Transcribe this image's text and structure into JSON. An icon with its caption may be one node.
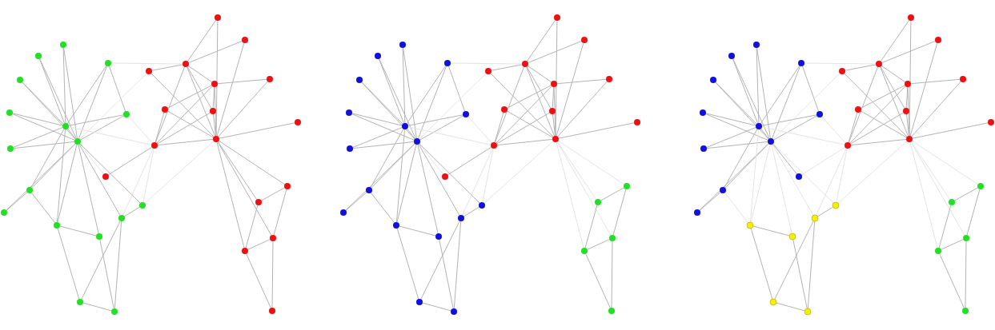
{
  "diagram": {
    "nodes": [
      {
        "text": [],
        "shape": "circle"
      },
      {
        "text": [],
        "shape": "circle"
      },
      {
        "text": [],
        "shape": "circle"
      },
      {
        "text": [],
        "shape": "circle"
      },
      {
        "text": [],
        "shape": "circle"
      },
      {
        "text": [],
        "shape": "circle"
      },
      {
        "text": [],
        "shape": "circle"
      },
      {
        "text": [],
        "shape": "circle"
      },
      {
        "text": [],
        "shape": "circle"
      },
      {
        "text": [],
        "shape": "circle"
      },
      {
        "text": [],
        "shape": "circle"
      },
      {
        "text": [],
        "shape": "circle"
      },
      {
        "text": [],
        "shape": "circle"
      },
      {
        "text": [],
        "shape": "circle"
      },
      {
        "text": [],
        "shape": "circle"
      },
      {
        "text": [],
        "shape": "circle"
      },
      {
        "text": [],
        "shape": "circle"
      },
      {
        "text": [],
        "shape": "circle"
      },
      {
        "text": [],
        "shape": "circle"
      },
      {
        "text": [],
        "shape": "circle"
      },
      {
        "text": [],
        "shape": "circle"
      },
      {
        "text": [],
        "shape": "circle"
      },
      {
        "text": [],
        "shape": "circle"
      },
      {
        "text": [],
        "shape": "circle"
      },
      {
        "text": [],
        "shape": "circle"
      },
      {
        "text": [],
        "shape": "circle"
      },
      {
        "text": [],
        "shape": "circle"
      },
      {
        "text": [],
        "shape": "circle"
      },
      {
        "text": [],
        "shape": "circle"
      },
      {
        "text": [],
        "shape": "circle"
      },
      {
        "text": [],
        "shape": "circle"
      },
      {
        "text": [],
        "shape": "circle"
      },
      {
        "text": [],
        "shape": "circle"
      },
      {
        "text": [],
        "shape": "circle"
      },
      {
        "text": [],
        "shape": "circle"
      },
      {
        "text": [],
        "shape": "circle"
      },
      {
        "text": [],
        "shape": "circle"
      },
      {
        "text": [],
        "shape": "circle"
      },
      {
        "text": [],
        "shape": "circle"
      },
      {
        "text": [],
        "shape": "circle"
      },
      {
        "text": [],
        "shape": "circle"
      },
      {
        "text": [],
        "shape": "circle"
      },
      {
        "text": [],
        "shape": "circle"
      },
      {
        "text": [],
        "shape": "circle"
      },
      {
        "text": [],
        "shape": "circle"
      },
      {
        "text": [],
        "shape": "circle"
      },
      {
        "text": [],
        "shape": "circle"
      },
      {
        "text": [],
        "shape": "circle"
      },
      {
        "text": [],
        "shape": "circle"
      },
      {
        "text": [],
        "shape": "circle"
      },
      {
        "text": [],
        "shape": "circle"
      },
      {
        "text": [],
        "shape": "circle"
      },
      {
        "text": [],
        "shape": "circle"
      },
      {
        "text": [],
        "shape": "circle"
      },
      {
        "text": [],
        "shape": "circle"
      },
      {
        "text": [],
        "shape": "circle"
      },
      {
        "text": [],
        "shape": "circle"
      },
      {
        "text": [],
        "shape": "circle"
      },
      {
        "text": [],
        "shape": "circle"
      },
      {
        "text": [],
        "shape": "circle"
      },
      {
        "text": [],
        "shape": "circle"
      },
      {
        "text": [],
        "shape": "circle"
      },
      {
        "text": [],
        "shape": "circle"
      },
      {
        "text": [],
        "shape": "circle"
      },
      {
        "text": [],
        "shape": "circle"
      },
      {
        "text": [],
        "shape": "circle"
      },
      {
        "text": [],
        "shape": "circle"
      },
      {
        "text": [],
        "shape": "circle"
      },
      {
        "text": [],
        "shape": "circle"
      },
      {
        "text": [],
        "shape": "circle"
      },
      {
        "text": [],
        "shape": "circle"
      },
      {
        "text": [],
        "shape": "circle"
      },
      {
        "text": [],
        "shape": "circle"
      },
      {
        "text": [],
        "shape": "circle"
      },
      {
        "text": [],
        "shape": "circle"
      },
      {
        "text": [],
        "shape": "circle"
      },
      {
        "text": [],
        "shape": "circle"
      },
      {
        "text": [],
        "shape": "circle"
      },
      {
        "text": [],
        "shape": "circle"
      },
      {
        "text": [],
        "shape": "circle"
      },
      {
        "text": [],
        "shape": "circle"
      },
      {
        "text": [],
        "shape": "circle"
      },
      {
        "text": [],
        "shape": "circle"
      },
      {
        "text": [],
        "shape": "circle"
      },
      {
        "text": [],
        "shape": "circle"
      },
      {
        "text": [],
        "shape": "circle"
      },
      {
        "text": [],
        "shape": "circle"
      },
      {
        "text": [],
        "shape": "circle"
      },
      {
        "text": [],
        "shape": "circle"
      },
      {
        "text": [],
        "shape": "circle"
      },
      {
        "text": [],
        "shape": "circle"
      },
      {
        "text": [],
        "shape": "circle"
      },
      {
        "text": [],
        "shape": "circle"
      },
      {
        "text": [],
        "shape": "circle"
      },
      {
        "text": [],
        "shape": "circle"
      },
      {
        "text": [],
        "shape": "circle"
      },
      {
        "text": [],
        "shape": "circle"
      },
      {
        "text": [],
        "shape": "circle"
      },
      {
        "text": [],
        "shape": "circle"
      },
      {
        "text": [],
        "shape": "circle"
      },
      {
        "text": [],
        "shape": "circle"
      },
      {
        "text": [],
        "shape": "circle"
      }
    ],
    "edges": [
      {
        "from": 0,
        "to": 6,
        "arrow": "none"
      },
      {
        "from": 0,
        "to": 8,
        "arrow": "none"
      },
      {
        "from": 1,
        "to": 6,
        "arrow": "none"
      },
      {
        "from": 1,
        "to": 8,
        "arrow": "none"
      },
      {
        "from": 3,
        "to": 6,
        "arrow": "none"
      },
      {
        "from": 3,
        "to": 8,
        "arrow": "none"
      },
      {
        "from": 4,
        "to": 6,
        "arrow": "none"
      },
      {
        "from": 4,
        "to": 8,
        "arrow": "none"
      },
      {
        "from": 7,
        "to": 6,
        "arrow": "none"
      },
      {
        "from": 7,
        "to": 8,
        "arrow": "none"
      },
      {
        "from": 2,
        "to": 6,
        "arrow": "none"
      },
      {
        "from": 2,
        "to": 8,
        "arrow": "none"
      },
      {
        "from": 2,
        "to": 5,
        "arrow": "none"
      },
      {
        "from": 5,
        "to": 6,
        "arrow": "none"
      },
      {
        "from": 5,
        "to": 8,
        "arrow": "none"
      },
      {
        "from": 6,
        "to": 8,
        "arrow": "none"
      },
      {
        "from": 10,
        "to": 6,
        "arrow": "none"
      },
      {
        "from": 10,
        "to": 8,
        "arrow": "none"
      },
      {
        "from": 11,
        "to": 8,
        "arrow": "none"
      },
      {
        "from": 11,
        "to": 10,
        "arrow": "none"
      },
      {
        "from": 9,
        "to": 8,
        "arrow": "none",
        "color": "#e4e4e4"
      },
      {
        "from": 9,
        "to": 28,
        "arrow": "none"
      },
      {
        "from": 8,
        "to": 12,
        "arrow": "none"
      },
      {
        "from": 14,
        "to": 6,
        "arrow": "none"
      },
      {
        "from": 14,
        "to": 8,
        "arrow": "none"
      },
      {
        "from": 14,
        "to": 10,
        "arrow": "none"
      },
      {
        "from": 14,
        "to": 15,
        "arrow": "none"
      },
      {
        "from": 14,
        "to": 16,
        "arrow": "none"
      },
      {
        "from": 15,
        "to": 8,
        "arrow": "none"
      },
      {
        "from": 15,
        "to": 17,
        "arrow": "none"
      },
      {
        "from": 13,
        "to": 8,
        "arrow": "none"
      },
      {
        "from": 13,
        "to": 12,
        "arrow": "none"
      },
      {
        "from": 13,
        "to": 16,
        "arrow": "none"
      },
      {
        "from": 13,
        "to": 17,
        "arrow": "none"
      },
      {
        "from": 16,
        "to": 17,
        "arrow": "none"
      },
      {
        "from": 18,
        "to": 20,
        "arrow": "none"
      },
      {
        "from": 18,
        "to": 27,
        "arrow": "none"
      },
      {
        "from": 19,
        "to": 20,
        "arrow": "none"
      },
      {
        "from": 19,
        "to": 27,
        "arrow": "none"
      },
      {
        "from": 20,
        "to": 21,
        "arrow": "none"
      },
      {
        "from": 20,
        "to": 22,
        "arrow": "none"
      },
      {
        "from": 20,
        "to": 25,
        "arrow": "none"
      },
      {
        "from": 20,
        "to": 27,
        "arrow": "none"
      },
      {
        "from": 20,
        "to": 28,
        "arrow": "none"
      },
      {
        "from": 21,
        "to": 27,
        "arrow": "none"
      },
      {
        "from": 22,
        "to": 23,
        "arrow": "none"
      },
      {
        "from": 22,
        "to": 24,
        "arrow": "none"
      },
      {
        "from": 22,
        "to": 28,
        "arrow": "none"
      },
      {
        "from": 22,
        "to": 25,
        "arrow": "none"
      },
      {
        "from": 22,
        "to": 27,
        "arrow": "none"
      },
      {
        "from": 23,
        "to": 27,
        "arrow": "none"
      },
      {
        "from": 24,
        "to": 28,
        "arrow": "none"
      },
      {
        "from": 24,
        "to": 27,
        "arrow": "none"
      },
      {
        "from": 25,
        "to": 28,
        "arrow": "none"
      },
      {
        "from": 25,
        "to": 27,
        "arrow": "none"
      },
      {
        "from": 26,
        "to": 27,
        "arrow": "none"
      },
      {
        "from": 27,
        "to": 28,
        "arrow": "none"
      },
      {
        "from": 27,
        "to": 29,
        "arrow": "none"
      },
      {
        "from": 27,
        "to": 31,
        "arrow": "none"
      },
      {
        "from": 30,
        "to": 29,
        "arrow": "none"
      },
      {
        "from": 30,
        "to": 32,
        "arrow": "none"
      },
      {
        "from": 32,
        "to": 31,
        "arrow": "none"
      },
      {
        "from": 31,
        "to": 29,
        "arrow": "none"
      },
      {
        "from": 32,
        "to": 33,
        "arrow": "none"
      },
      {
        "from": 31,
        "to": 33,
        "arrow": "none"
      },
      {
        "from": 2,
        "to": 20,
        "arrow": "none",
        "color": "#e4e4e4"
      },
      {
        "from": 21,
        "to": 8,
        "arrow": "none",
        "color": "#e4e4e4"
      },
      {
        "from": 12,
        "to": 27,
        "arrow": "none",
        "color": "#e4e4e4"
      },
      {
        "from": 12,
        "to": 28,
        "arrow": "none",
        "color": "#e4e4e4"
      },
      {
        "from": 13,
        "to": 28,
        "arrow": "none",
        "color": "#e4e4e4"
      },
      {
        "from": 27,
        "to": 32,
        "arrow": "none"
      },
      {
        "from": 27,
        "to": 30,
        "arrow": "none"
      },
      {
        "from": 6,
        "to": 28,
        "arrow": "none",
        "color": "#e4e4e4"
      },
      {
        "from": 5,
        "to": 28,
        "arrow": "none",
        "color": "#e4e4e4"
      },
      {
        "from": 34,
        "to": 40,
        "arrow": "none"
      },
      {
        "from": 34,
        "to": 42,
        "arrow": "none"
      },
      {
        "from": 35,
        "to": 40,
        "arrow": "none"
      },
      {
        "from": 35,
        "to": 42,
        "arrow": "none"
      },
      {
        "from": 37,
        "to": 40,
        "arrow": "none"
      },
      {
        "from": 37,
        "to": 42,
        "arrow": "none"
      },
      {
        "from": 38,
        "to": 40,
        "arrow": "none"
      },
      {
        "from": 38,
        "to": 42,
        "arrow": "none"
      },
      {
        "from": 41,
        "to": 40,
        "arrow": "none"
      },
      {
        "from": 41,
        "to": 42,
        "arrow": "none"
      },
      {
        "from": 36,
        "to": 40,
        "arrow": "none"
      },
      {
        "from": 36,
        "to": 42,
        "arrow": "none"
      },
      {
        "from": 36,
        "to": 39,
        "arrow": "none"
      },
      {
        "from": 39,
        "to": 40,
        "arrow": "none"
      },
      {
        "from": 39,
        "to": 42,
        "arrow": "none"
      },
      {
        "from": 40,
        "to": 42,
        "arrow": "none"
      },
      {
        "from": 44,
        "to": 40,
        "arrow": "none"
      },
      {
        "from": 44,
        "to": 42,
        "arrow": "none"
      },
      {
        "from": 45,
        "to": 42,
        "arrow": "none"
      },
      {
        "from": 45,
        "to": 44,
        "arrow": "none"
      },
      {
        "from": 43,
        "to": 42,
        "arrow": "none",
        "color": "#e4e4e4"
      },
      {
        "from": 43,
        "to": 62,
        "arrow": "none"
      },
      {
        "from": 42,
        "to": 46,
        "arrow": "none"
      },
      {
        "from": 48,
        "to": 40,
        "arrow": "none"
      },
      {
        "from": 48,
        "to": 42,
        "arrow": "none"
      },
      {
        "from": 48,
        "to": 44,
        "arrow": "none"
      },
      {
        "from": 48,
        "to": 49,
        "arrow": "none"
      },
      {
        "from": 48,
        "to": 50,
        "arrow": "none"
      },
      {
        "from": 49,
        "to": 42,
        "arrow": "none"
      },
      {
        "from": 49,
        "to": 51,
        "arrow": "none"
      },
      {
        "from": 47,
        "to": 42,
        "arrow": "none"
      },
      {
        "from": 47,
        "to": 46,
        "arrow": "none"
      },
      {
        "from": 47,
        "to": 50,
        "arrow": "none"
      },
      {
        "from": 47,
        "to": 51,
        "arrow": "none"
      },
      {
        "from": 50,
        "to": 51,
        "arrow": "none"
      },
      {
        "from": 52,
        "to": 54,
        "arrow": "none"
      },
      {
        "from": 52,
        "to": 61,
        "arrow": "none"
      },
      {
        "from": 53,
        "to": 54,
        "arrow": "none"
      },
      {
        "from": 53,
        "to": 61,
        "arrow": "none"
      },
      {
        "from": 54,
        "to": 55,
        "arrow": "none"
      },
      {
        "from": 54,
        "to": 56,
        "arrow": "none"
      },
      {
        "from": 54,
        "to": 59,
        "arrow": "none"
      },
      {
        "from": 54,
        "to": 61,
        "arrow": "none"
      },
      {
        "from": 54,
        "to": 62,
        "arrow": "none"
      },
      {
        "from": 55,
        "to": 61,
        "arrow": "none"
      },
      {
        "from": 56,
        "to": 57,
        "arrow": "none"
      },
      {
        "from": 56,
        "to": 58,
        "arrow": "none"
      },
      {
        "from": 56,
        "to": 62,
        "arrow": "none"
      },
      {
        "from": 56,
        "to": 59,
        "arrow": "none"
      },
      {
        "from": 56,
        "to": 61,
        "arrow": "none"
      },
      {
        "from": 57,
        "to": 61,
        "arrow": "none"
      },
      {
        "from": 58,
        "to": 62,
        "arrow": "none"
      },
      {
        "from": 58,
        "to": 61,
        "arrow": "none"
      },
      {
        "from": 59,
        "to": 62,
        "arrow": "none"
      },
      {
        "from": 59,
        "to": 61,
        "arrow": "none"
      },
      {
        "from": 60,
        "to": 61,
        "arrow": "none"
      },
      {
        "from": 61,
        "to": 62,
        "arrow": "none"
      },
      {
        "from": 61,
        "to": 63,
        "arrow": "none",
        "color": "#e4e4e4"
      },
      {
        "from": 61,
        "to": 65,
        "arrow": "none",
        "color": "#e4e4e4"
      },
      {
        "from": 64,
        "to": 63,
        "arrow": "none"
      },
      {
        "from": 64,
        "to": 66,
        "arrow": "none"
      },
      {
        "from": 66,
        "to": 65,
        "arrow": "none"
      },
      {
        "from": 65,
        "to": 63,
        "arrow": "none"
      },
      {
        "from": 66,
        "to": 67,
        "arrow": "none"
      },
      {
        "from": 65,
        "to": 67,
        "arrow": "none"
      },
      {
        "from": 36,
        "to": 54,
        "arrow": "none",
        "color": "#e4e4e4"
      },
      {
        "from": 55,
        "to": 42,
        "arrow": "none",
        "color": "#e4e4e4"
      },
      {
        "from": 46,
        "to": 61,
        "arrow": "none",
        "color": "#e4e4e4"
      },
      {
        "from": 46,
        "to": 62,
        "arrow": "none",
        "color": "#e4e4e4"
      },
      {
        "from": 47,
        "to": 62,
        "arrow": "none",
        "color": "#e4e4e4"
      },
      {
        "from": 61,
        "to": 66,
        "arrow": "none",
        "color": "#e4e4e4"
      },
      {
        "from": 61,
        "to": 64,
        "arrow": "none",
        "color": "#e4e4e4"
      },
      {
        "from": 40,
        "to": 62,
        "arrow": "none",
        "color": "#e4e4e4"
      },
      {
        "from": 39,
        "to": 62,
        "arrow": "none",
        "color": "#e4e4e4"
      },
      {
        "from": 68,
        "to": 74,
        "arrow": "none"
      },
      {
        "from": 68,
        "to": 76,
        "arrow": "none"
      },
      {
        "from": 69,
        "to": 74,
        "arrow": "none"
      },
      {
        "from": 69,
        "to": 76,
        "arrow": "none"
      },
      {
        "from": 71,
        "to": 74,
        "arrow": "none"
      },
      {
        "from": 71,
        "to": 76,
        "arrow": "none"
      },
      {
        "from": 72,
        "to": 74,
        "arrow": "none"
      },
      {
        "from": 72,
        "to": 76,
        "arrow": "none"
      },
      {
        "from": 75,
        "to": 74,
        "arrow": "none"
      },
      {
        "from": 75,
        "to": 76,
        "arrow": "none"
      },
      {
        "from": 70,
        "to": 74,
        "arrow": "none"
      },
      {
        "from": 70,
        "to": 76,
        "arrow": "none"
      },
      {
        "from": 70,
        "to": 73,
        "arrow": "none"
      },
      {
        "from": 73,
        "to": 74,
        "arrow": "none"
      },
      {
        "from": 73,
        "to": 76,
        "arrow": "none"
      },
      {
        "from": 74,
        "to": 76,
        "arrow": "none"
      },
      {
        "from": 78,
        "to": 74,
        "arrow": "none"
      },
      {
        "from": 78,
        "to": 76,
        "arrow": "none"
      },
      {
        "from": 79,
        "to": 76,
        "arrow": "none"
      },
      {
        "from": 79,
        "to": 78,
        "arrow": "none"
      },
      {
        "from": 77,
        "to": 76,
        "arrow": "none"
      },
      {
        "from": 77,
        "to": 96,
        "arrow": "none",
        "color": "#e4e4e4"
      },
      {
        "from": 76,
        "to": 80,
        "arrow": "none",
        "color": "#e4e4e4"
      },
      {
        "from": 82,
        "to": 74,
        "arrow": "none",
        "color": "#e4e4e4"
      },
      {
        "from": 82,
        "to": 76,
        "arrow": "none",
        "color": "#e4e4e4"
      },
      {
        "from": 82,
        "to": 78,
        "arrow": "none",
        "color": "#e4e4e4"
      },
      {
        "from": 82,
        "to": 83,
        "arrow": "none"
      },
      {
        "from": 82,
        "to": 84,
        "arrow": "none"
      },
      {
        "from": 83,
        "to": 76,
        "arrow": "none",
        "color": "#e4e4e4"
      },
      {
        "from": 83,
        "to": 85,
        "arrow": "none"
      },
      {
        "from": 81,
        "to": 76,
        "arrow": "none",
        "color": "#e4e4e4"
      },
      {
        "from": 81,
        "to": 80,
        "arrow": "none"
      },
      {
        "from": 81,
        "to": 84,
        "arrow": "none"
      },
      {
        "from": 81,
        "to": 85,
        "arrow": "none"
      },
      {
        "from": 84,
        "to": 85,
        "arrow": "none"
      },
      {
        "from": 86,
        "to": 88,
        "arrow": "none"
      },
      {
        "from": 86,
        "to": 95,
        "arrow": "none"
      },
      {
        "from": 87,
        "to": 88,
        "arrow": "none"
      },
      {
        "from": 87,
        "to": 95,
        "arrow": "none"
      },
      {
        "from": 88,
        "to": 89,
        "arrow": "none"
      },
      {
        "from": 88,
        "to": 90,
        "arrow": "none"
      },
      {
        "from": 88,
        "to": 93,
        "arrow": "none"
      },
      {
        "from": 88,
        "to": 95,
        "arrow": "none"
      },
      {
        "from": 88,
        "to": 96,
        "arrow": "none"
      },
      {
        "from": 89,
        "to": 95,
        "arrow": "none"
      },
      {
        "from": 90,
        "to": 91,
        "arrow": "none"
      },
      {
        "from": 90,
        "to": 92,
        "arrow": "none"
      },
      {
        "from": 90,
        "to": 96,
        "arrow": "none"
      },
      {
        "from": 90,
        "to": 93,
        "arrow": "none"
      },
      {
        "from": 90,
        "to": 95,
        "arrow": "none"
      },
      {
        "from": 91,
        "to": 95,
        "arrow": "none"
      },
      {
        "from": 92,
        "to": 96,
        "arrow": "none"
      },
      {
        "from": 92,
        "to": 95,
        "arrow": "none"
      },
      {
        "from": 93,
        "to": 96,
        "arrow": "none"
      },
      {
        "from": 93,
        "to": 95,
        "arrow": "none"
      },
      {
        "from": 94,
        "to": 95,
        "arrow": "none"
      },
      {
        "from": 95,
        "to": 96,
        "arrow": "none"
      },
      {
        "from": 95,
        "to": 97,
        "arrow": "none",
        "color": "#e4e4e4"
      },
      {
        "from": 95,
        "to": 99,
        "arrow": "none",
        "color": "#e4e4e4"
      },
      {
        "from": 98,
        "to": 97,
        "arrow": "none"
      },
      {
        "from": 98,
        "to": 100,
        "arrow": "none"
      },
      {
        "from": 100,
        "to": 99,
        "arrow": "none"
      },
      {
        "from": 99,
        "to": 97,
        "arrow": "none"
      },
      {
        "from": 100,
        "to": 101,
        "arrow": "none"
      },
      {
        "from": 99,
        "to": 101,
        "arrow": "none"
      },
      {
        "from": 70,
        "to": 88,
        "arrow": "none",
        "color": "#e4e4e4"
      },
      {
        "from": 89,
        "to": 76,
        "arrow": "none",
        "color": "#e4e4e4"
      },
      {
        "from": 80,
        "to": 95,
        "arrow": "none",
        "color": "#e4e4e4"
      },
      {
        "from": 80,
        "to": 96,
        "arrow": "none",
        "color": "#e4e4e4"
      },
      {
        "from": 81,
        "to": 96,
        "arrow": "none",
        "color": "#e4e4e4"
      },
      {
        "from": 95,
        "to": 100,
        "arrow": "none",
        "color": "#e4e4e4"
      },
      {
        "from": 95,
        "to": 98,
        "arrow": "none",
        "color": "#e4e4e4"
      },
      {
        "from": 74,
        "to": 96,
        "arrow": "none",
        "color": "#e4e4e4"
      },
      {
        "from": 73,
        "to": 96,
        "arrow": "none",
        "color": "#e4e4e4"
      }
    ]
  }
}
